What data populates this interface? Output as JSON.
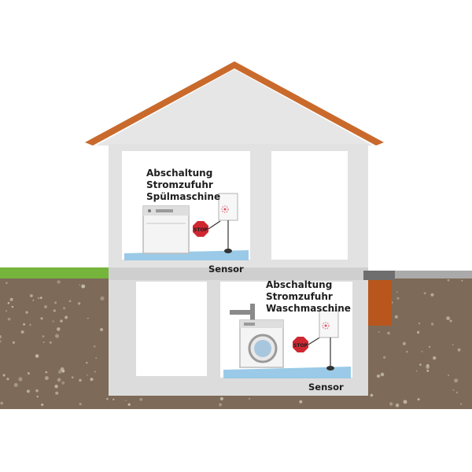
{
  "labels": {
    "upper_title": [
      "Abschaltung",
      "Stromzufuhr",
      "Spülmaschine"
    ],
    "lower_title": [
      "Abschaltung",
      "Stromzufuhr",
      "Waschmaschine"
    ],
    "sensor_upper": "Sensor",
    "sensor_lower": "Sensor",
    "stop_upper": "STOP",
    "stop_lower": "STOP"
  },
  "colors": {
    "roof": "#c96a2c",
    "wall": "#dcdcdc",
    "wall_shadow": "#cfcfcf",
    "room": "#ffffff",
    "grass": "#76b53c",
    "soil": "#7d6a58",
    "pebble": "#c9bfae",
    "water": "#8fc4e4",
    "stop": "#cf2731",
    "sensor_glow": "#e05060",
    "pipe": "#8a8a8a",
    "gutter": "#b9561d"
  },
  "icons": {
    "dishwasher": "dishwasher-icon",
    "washing_machine": "washing-machine-icon",
    "stop_sign": "stop-sign-icon",
    "control_box": "shutoff-box-icon",
    "faucet": "water-tap-icon"
  }
}
